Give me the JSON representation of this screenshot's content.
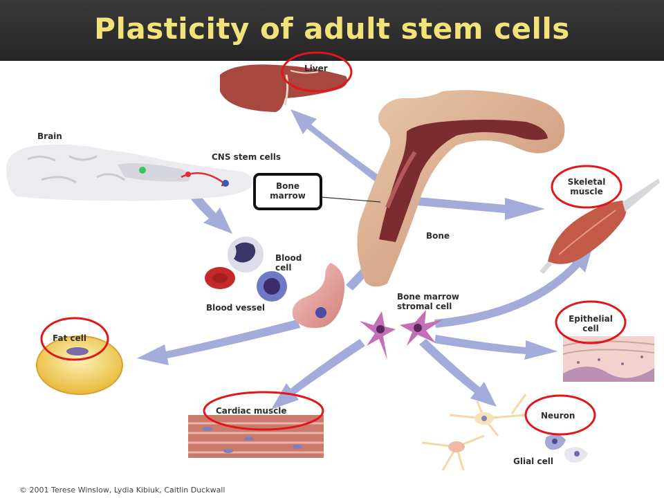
{
  "title": "Plasticity of adult stem cells",
  "labels": {
    "liver": "Liver",
    "brain": "Brain",
    "cns_stem_cells": "CNS stem cells",
    "bone_marrow": "Bone marrow",
    "bone": "Bone",
    "skeletal_muscle": "Skeletal muscle",
    "blood_cell": "Blood cell",
    "blood_vessel": "Blood vessel",
    "bone_marrow_stromal_cell": "Bone marrow stromal cell",
    "fat_cell": "Fat cell",
    "epithelial_cell": "Epithelial cell",
    "cardiac_muscle": "Cardiac muscle",
    "neuron": "Neuron",
    "glial_cell": "Glial cell"
  },
  "credit": "© 2001 Terese Winslow, Lydia Kibiuk, Caitlin Duckwall",
  "colors": {
    "title_bar": "#2d2d2d",
    "title_text": "#f2e27a",
    "highlight_circle": "#e0161b",
    "highlight_box": "#111111",
    "arrow": "#9aa3d6"
  }
}
